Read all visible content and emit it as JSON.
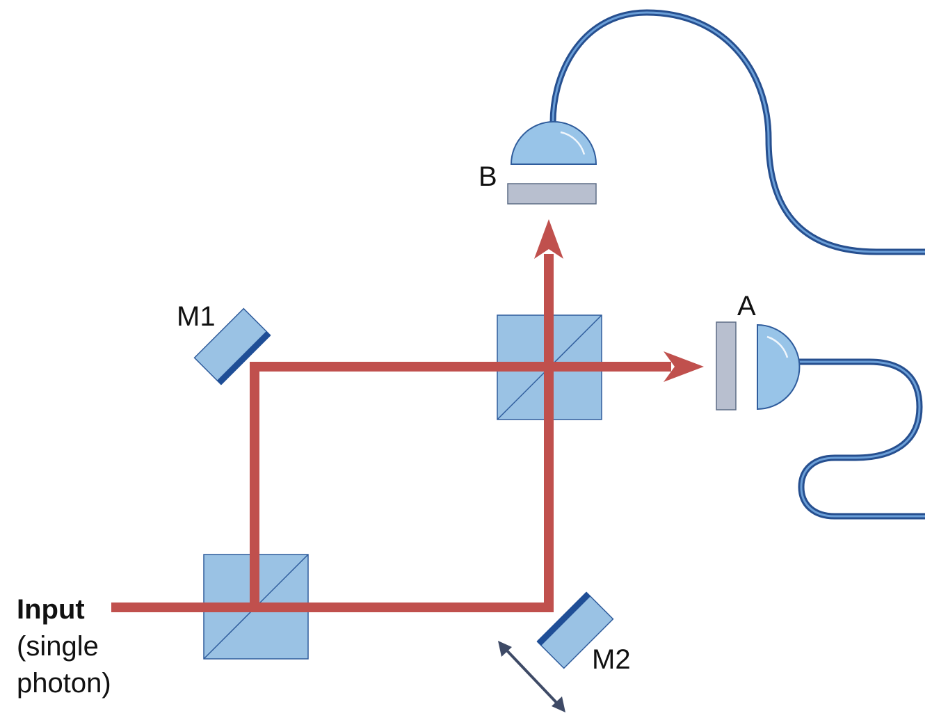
{
  "labels": {
    "input_title": "Input",
    "input_line1": "(single",
    "input_line2": "photon)",
    "mirror1": "M1",
    "mirror2": "M2",
    "detector_a": "A",
    "detector_b": "B"
  },
  "colors": {
    "beam": "#c0504d",
    "splitter_fill": "#9ac2e4",
    "splitter_edge": "#2f5c9c",
    "mirror_fill": "#9ac2e4",
    "mirror_coating": "#1f4e96",
    "detector_fill": "#98c4e8",
    "filter_fill": "#b8bfcf",
    "filter_edge": "#5d6d86",
    "fiber_outer": "#264f8f",
    "fiber_inner": "#6b9fd8",
    "arrow": "#3e4a66"
  }
}
